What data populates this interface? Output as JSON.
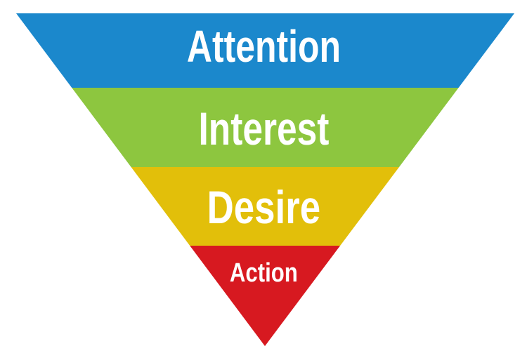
{
  "diagram": {
    "type": "inverted-pyramid-funnel",
    "stages": [
      {
        "label": "Attention",
        "color": "#1B88CC"
      },
      {
        "label": "Interest",
        "color": "#8DC63F"
      },
      {
        "label": "Desire",
        "color": "#E2BF0A"
      },
      {
        "label": "Action",
        "color": "#D71920"
      }
    ]
  }
}
